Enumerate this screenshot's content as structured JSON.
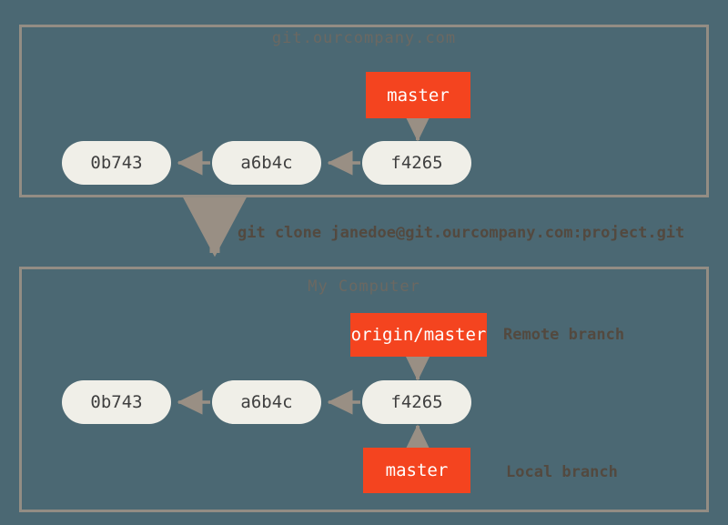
{
  "diagram": {
    "background_color": "#4b6873",
    "panel_border_color": "#938d84",
    "commit_fill_color": "#f0efe8",
    "branch_fill_color": "#f4441f",
    "arrow_color": "#998f84",
    "title_text_color": "#6b6862",
    "annotation_text_color": "#53493f"
  },
  "remote_panel": {
    "title": "git.ourcompany.com",
    "commits": [
      {
        "id": "0b743"
      },
      {
        "id": "a6b4c"
      },
      {
        "id": "f4265"
      }
    ],
    "branches": [
      {
        "label": "master"
      }
    ]
  },
  "clone_step": {
    "command": "git clone janedoe@git.ourcompany.com:project.git"
  },
  "local_panel": {
    "title": "My Computer",
    "commits": [
      {
        "id": "0b743"
      },
      {
        "id": "a6b4c"
      },
      {
        "id": "f4265"
      }
    ],
    "branches": [
      {
        "label": "origin/master",
        "annotation": "Remote branch"
      },
      {
        "label": "master",
        "annotation": "Local branch"
      }
    ]
  }
}
